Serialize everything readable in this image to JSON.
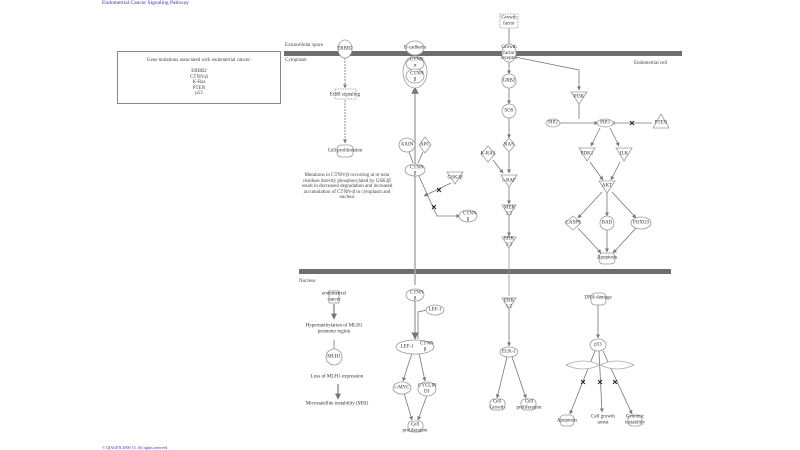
{
  "title": "Endometrial Cancer Signaling Pathway",
  "footer": "© QIAGEN 2000-15. All rights reserved",
  "legend": {
    "heading": "Gene mutations associated with endometrial cancer:",
    "genes": [
      "ERBB2",
      "CTNN-β",
      "K-Ras",
      "PTEN",
      "p53"
    ]
  },
  "compartments": {
    "extracellular": "Extracellular space",
    "cytoplasm": "Cytoplasm",
    "nucleus": "Nucleus",
    "cell": "Endometrial cell"
  },
  "colors": {
    "membrane": "#6e6e6e",
    "node_stroke": "#999999",
    "edge": "#777777",
    "link": "#3333cc"
  },
  "nodes": {
    "erbb2": "ERBB2",
    "erbb_signaling": "ErbB signaling",
    "cell_prolif_1": "Cell proliferation",
    "ecadherin": "E-cadherin",
    "ctnn_a": "CTNN α",
    "ctnn_b_mem": "CTNN β",
    "axin": "AXIN",
    "apc": "APC",
    "ctnn_b_cyto": "CTNN β",
    "gsk3b": "GSK3β",
    "ctnn_b_p": "CTNN β",
    "growth_factor": "Growth factor",
    "gf_receptor": "Growth factor receptor",
    "grb2": "GRB2",
    "sos": "SOS",
    "ras": "RAS",
    "kras": "K-RAS",
    "craf": "c-RAF",
    "mek": "MEK 1/2",
    "erk_cyto": "ERK 1/2",
    "pi3k": "PI3K",
    "pip2": "PIP2",
    "pip3": "PIP3",
    "pten": "PTEN",
    "pdk1": "PDK1",
    "ilk": "ILK",
    "akt": "AKT",
    "casp9": "CASP9",
    "bad": "BAD",
    "foxo3": "FOXO3",
    "apoptosis_1": "Apoptosis",
    "endo_cancer": "endometrial cancer",
    "hypermeth": "Hypermethylation of MLH1 promoter region",
    "mlh1": "MLH1",
    "loss_mlh1": "Loss of MLH1 expression",
    "msi": "Microsatellite instability (MSI)",
    "ctnn_b_nuc": "CTNN β",
    "lef1": "LEF-1",
    "lef1_complex": "LEF-1",
    "ctnn_b_complex": "CTNN β",
    "cmyc": "c-MYC",
    "cyclin_d1": "CYCLIN D1",
    "cell_prolif_2": "Cell proliferation",
    "erk_nuc": "ERK 1/2",
    "elk1": "ELK-1",
    "cell_growth": "Cell Growth",
    "cell_prolif_3": "Cell proliferation",
    "dna_damage": "DNA damage",
    "p53": "p53",
    "apoptosis_2": "Apoptosis",
    "growth_arrest": "Cell growth arrest",
    "genomic_instab": "Genomic instability"
  },
  "note": "Mutations in CTNN-β occurring at or near residues directly phosphorylated by GSK3β result in decreased degradation and increased accumulation of CTNN-β in cytoplasm and nucleus"
}
